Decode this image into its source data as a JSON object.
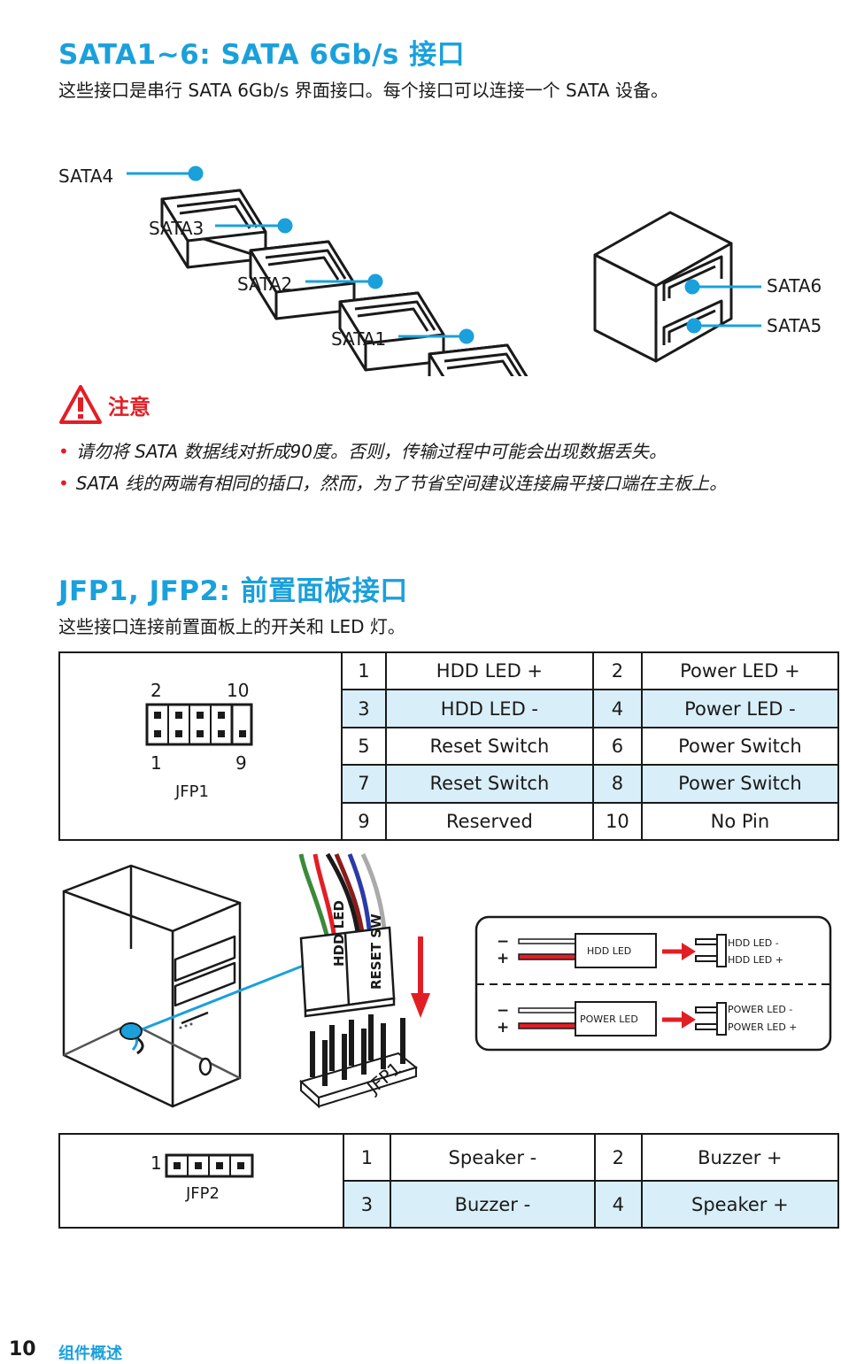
{
  "sata": {
    "title": "SATA1~6: SATA 6Gb/s 接口",
    "desc": "这些接口是串行 SATA 6Gb/s 界面接口。每个接口可以连接一个 SATA 设备。",
    "labels": [
      "SATA4",
      "SATA3",
      "SATA2",
      "SATA1",
      "SATA6",
      "SATA5"
    ]
  },
  "note": {
    "title": "注意",
    "items": [
      "请勿将 SATA 数据线对折成90度。否则，传输过程中可能会出现数据丢失。",
      "SATA 线的两端有相同的插口，然而，为了节省空间建议连接扁平接口端在主板上。"
    ]
  },
  "jfp": {
    "title": "JFP1, JFP2: 前置面板接口",
    "desc": "这些接口连接前置面板上的开关和 LED 灯。",
    "jfp1": {
      "name": "JFP1",
      "pin_top_left": "2",
      "pin_top_right": "10",
      "pin_bottom_left": "1",
      "pin_bottom_right": "9",
      "rows": [
        {
          "p1": "1",
          "n1": "HDD LED +",
          "p2": "2",
          "n2": "Power LED +"
        },
        {
          "p1": "3",
          "n1": "HDD LED -",
          "p2": "4",
          "n2": "Power LED -"
        },
        {
          "p1": "5",
          "n1": "Reset Switch",
          "p2": "6",
          "n2": "Power Switch"
        },
        {
          "p1": "7",
          "n1": "Reset Switch",
          "p2": "8",
          "n2": "Power Switch"
        },
        {
          "p1": "9",
          "n1": "Reserved",
          "p2": "10",
          "n2": "No Pin"
        }
      ]
    },
    "illustration": {
      "connector_labels": [
        "HDD LED",
        "RESET SW"
      ],
      "header_label": "JFP1",
      "minus": "−",
      "plus": "+",
      "hdd_plug": "HDD LED",
      "hdd_pins": [
        "HDD LED -",
        "HDD LED +"
      ],
      "power_plug": "POWER LED",
      "power_pins": [
        "POWER LED -",
        "POWER LED +"
      ]
    },
    "jfp2": {
      "name": "JFP2",
      "pin_first": "1",
      "rows": [
        {
          "p1": "1",
          "n1": "Speaker -",
          "p2": "2",
          "n2": "Buzzer +"
        },
        {
          "p1": "3",
          "n1": "Buzzer -",
          "p2": "4",
          "n2": "Speaker +"
        }
      ]
    }
  },
  "footer": {
    "page": "10",
    "section": "组件概述"
  },
  "colors": {
    "accent": "#1aa0db",
    "warn": "#e21e25",
    "row_alt": "#d8eef8"
  }
}
